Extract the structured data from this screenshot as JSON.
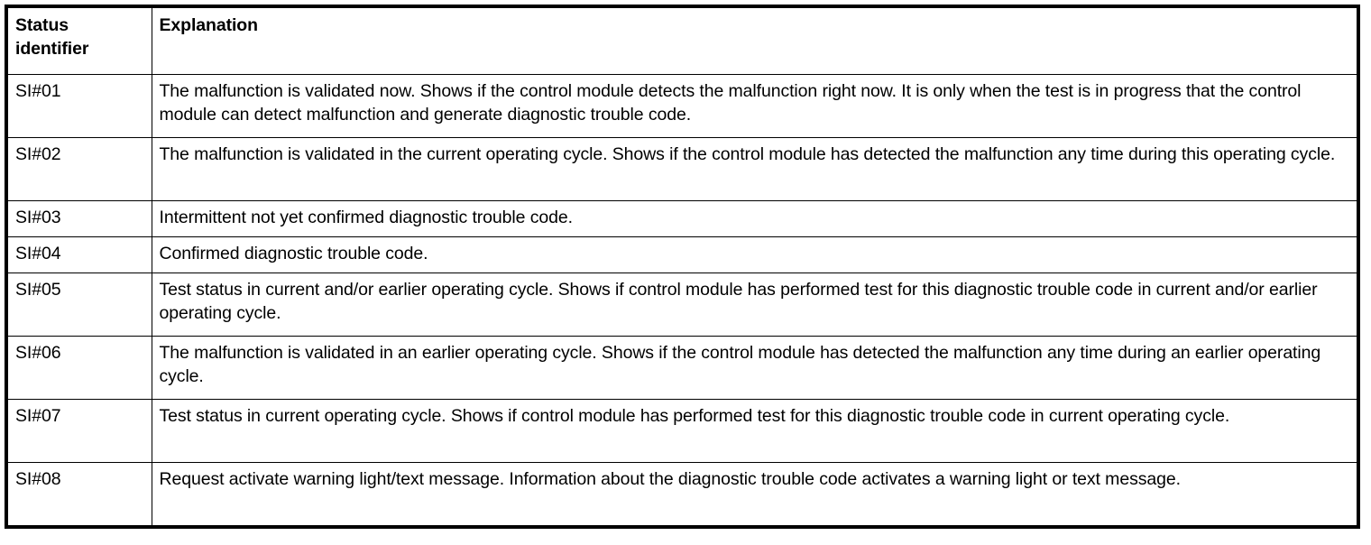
{
  "table": {
    "name": "status-identifier-explanation-table",
    "headers": {
      "status_identifier_line1": "Status",
      "status_identifier_line2": "identifier",
      "explanation": "Explanation"
    },
    "rows": [
      {
        "id": "SI#01",
        "explanation": "The malfunction is validated now. Shows if the control module detects the malfunction right now. It is only when the test is in progress that the control module can detect malfunction and generate diagnostic trouble code."
      },
      {
        "id": "SI#02",
        "explanation": "The malfunction is validated in the current operating cycle. Shows if the control module has detected the malfunction any time during this operating cycle."
      },
      {
        "id": "SI#03",
        "explanation": "Intermittent not yet confirmed diagnostic trouble code."
      },
      {
        "id": "SI#04",
        "explanation": "Confirmed diagnostic trouble code."
      },
      {
        "id": "SI#05",
        "explanation": "Test status in current and/or earlier operating cycle. Shows if control module has performed test for this diagnostic trouble code in current and/or earlier operating cycle."
      },
      {
        "id": "SI#06",
        "explanation": "The malfunction is validated in an earlier operating cycle. Shows if the control module has detected the malfunction any time during an earlier operating cycle."
      },
      {
        "id": "SI#07",
        "explanation": "Test status in current operating cycle. Shows if control module has performed test for this diagnostic trouble code in current operating cycle."
      },
      {
        "id": "SI#08",
        "explanation": "Request activate warning light/text message. Information about the diagnostic trouble code activates a warning light or text message."
      }
    ]
  },
  "colors": {
    "border": "#000000",
    "text": "#000000",
    "background": "#ffffff"
  }
}
